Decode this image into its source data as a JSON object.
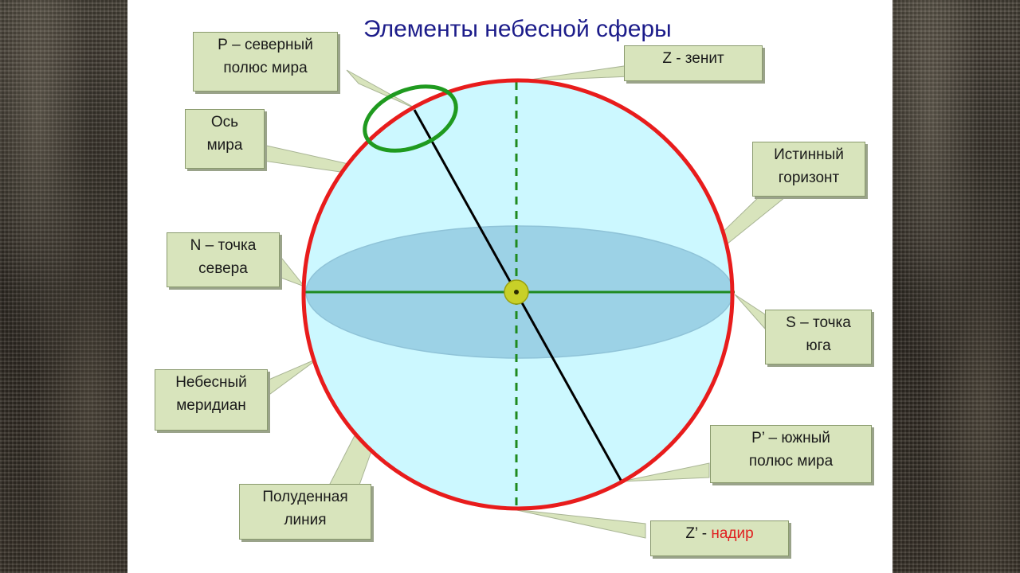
{
  "title": "Элементы небесной сферы",
  "colors": {
    "sphere_fill": "#ccf8ff",
    "sphere_outline": "#e81c1c",
    "horizon_fill": "#9cd2e6",
    "meridian_line": "#1f8a1f",
    "axis_line": "#000000",
    "pole_ring": "#1f9a1f",
    "label_fill": "#d8e4bc",
    "title": "#1c1c8a",
    "nadir_word": "#e02020"
  },
  "labels": {
    "north_pole": [
      "Р – северный",
      "полюс мира"
    ],
    "zenith": "Z - зенит",
    "axis": [
      "Ось",
      "мира"
    ],
    "true_horizon": [
      "Истинный",
      "горизонт"
    ],
    "north_point": [
      "N – точка",
      "севера"
    ],
    "south_point": [
      "S – точка",
      "юга"
    ],
    "celestial_meridian": [
      "Небесный",
      "меридиан"
    ],
    "south_pole": [
      "Р’ – южный",
      "полюс мира"
    ],
    "noon_line": [
      "Полуденная",
      "линия"
    ],
    "nadir_prefix": "Z’ - ",
    "nadir_word": "надир"
  }
}
